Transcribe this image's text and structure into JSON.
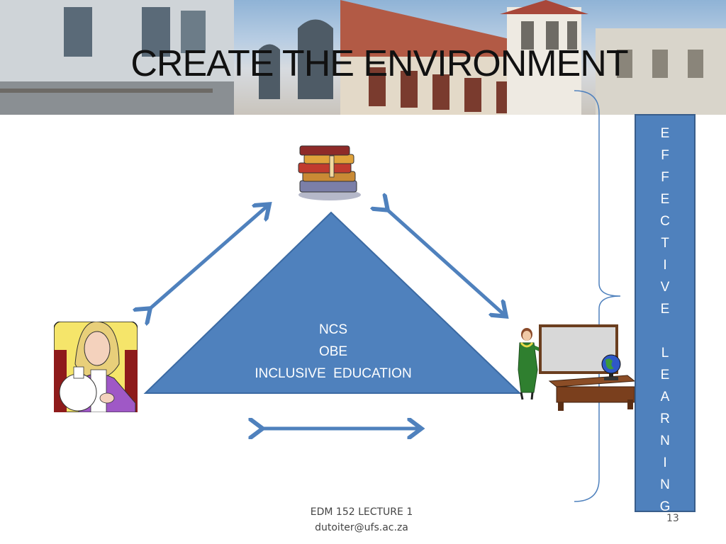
{
  "slide": {
    "title": "CREATE THE ENVIRONMENT",
    "vertical_box": {
      "letters": [
        "E",
        "F",
        "F",
        "E",
        "C",
        "T",
        "I",
        "V",
        "E",
        "",
        "L",
        "E",
        "A",
        "R",
        "N",
        "I",
        "N",
        "G"
      ],
      "color": "#4f81bd"
    },
    "triangle": {
      "lines": [
        "NCS",
        "OBE",
        "INCLUSIVE  EDUCATION"
      ],
      "color": "#4f81bd"
    },
    "arrow_color": "#4f81bd",
    "footer": {
      "line1": "EDM 152 LECTURE 1",
      "line2": "dutoiter@ufs.ac.za"
    },
    "page_number": "13",
    "icons": [
      "books-clipart-icon",
      "parent-clipart-icon",
      "teacher-clipart-icon",
      "blackboard-clipart-icon",
      "globe-clipart-icon"
    ]
  }
}
